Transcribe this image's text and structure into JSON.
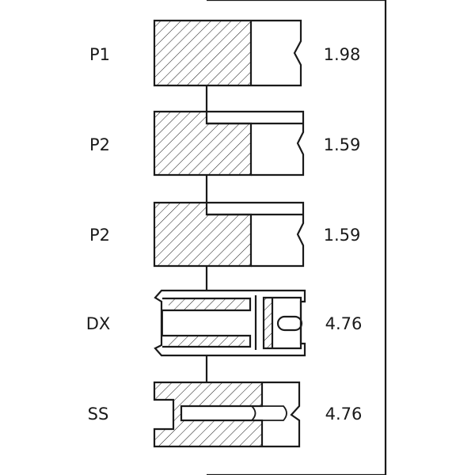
{
  "rings": [
    {
      "name": "P1",
      "value": "1.98"
    },
    {
      "name": "P2",
      "value": "1.59"
    },
    {
      "name": "P2",
      "value": "1.59"
    },
    {
      "name": "DX",
      "value": "4.76"
    },
    {
      "name": "SS",
      "value": "4.76"
    }
  ],
  "colors": {
    "line": "#1a1a1a",
    "background": "#ffffff"
  }
}
